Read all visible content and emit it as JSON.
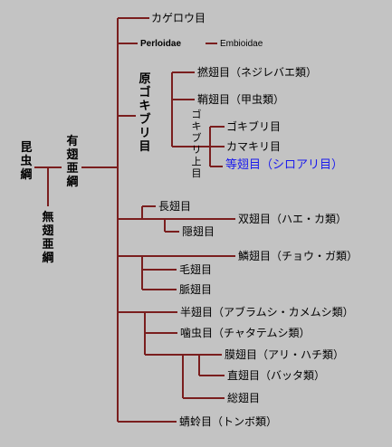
{
  "colors": {
    "line": "#7a1e1e",
    "highlight": "#1a1aee",
    "background": "#c3c3c3"
  },
  "root": "昆虫綱",
  "pterygota": "有翅亜綱",
  "apterygota": "無翅亜綱",
  "archaic": "原ゴキブリ目",
  "cockroach_sup": "ゴキブリ上目",
  "orders": {
    "kagerou": "カゲロウ目",
    "perloidae": "Perloidae",
    "embioidae": "Embioidae",
    "nenjibane": "撚翅目（ネジレバエ類）",
    "shoushi": "鞘翅目（甲虫類）",
    "gokiburi": "ゴキブリ目",
    "kamakiri": "カマキリ目",
    "toushi": "等翅目（シロアリ目）",
    "choushi": "長翅目",
    "soushi": "双翅目（ハエ・カ類）",
    "inshi": "隠翅目",
    "rinshi": "鱗翅目（チョウ・ガ類）",
    "moushi": "毛翅目",
    "myakushi": "脈翅目",
    "hanshi": "半翅目（アブラムシ・カメムシ類）",
    "kacchu": "噛虫目（チャタテムシ類）",
    "makushi": "膜翅目（アリ・ハチ類）",
    "chokushi": "直翅目（バッタ類）",
    "souchi": "総翅目",
    "seirei": "蜻蛉目（トンボ類）"
  }
}
